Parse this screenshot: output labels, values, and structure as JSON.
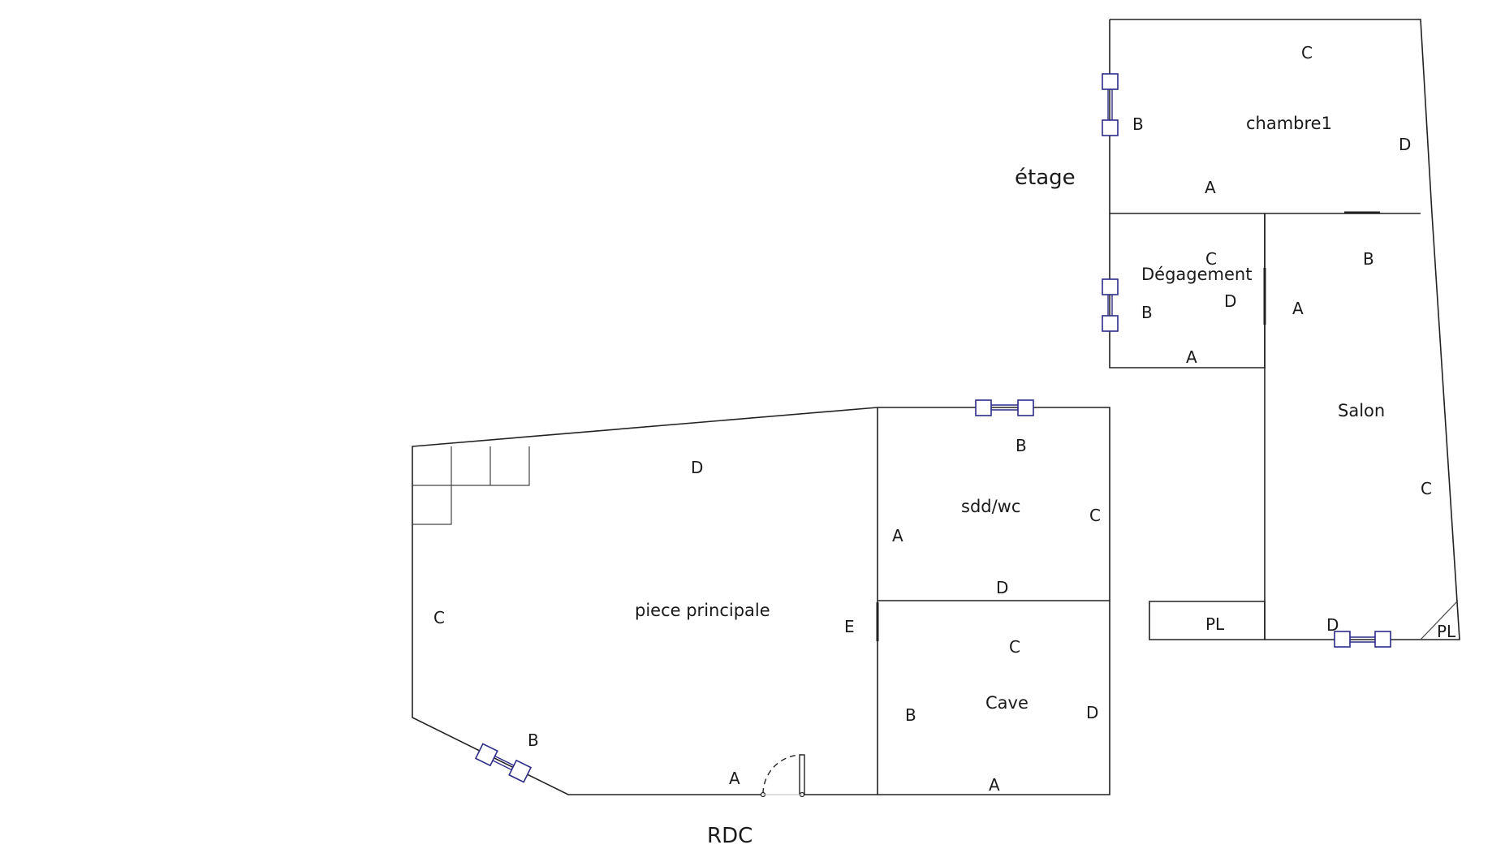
{
  "levels": {
    "upper": "étage",
    "ground": "RDC"
  },
  "rooms": {
    "chambre1": {
      "name": "chambre1",
      "walls": [
        "A",
        "B",
        "C",
        "D"
      ]
    },
    "degagement": {
      "name": "Dégagement",
      "walls": [
        "A",
        "B",
        "C",
        "D"
      ]
    },
    "salon": {
      "name": "Salon",
      "walls": [
        "A",
        "B",
        "C",
        "D"
      ]
    },
    "sdd_wc": {
      "name": "sdd/wc",
      "walls": [
        "A",
        "B",
        "C",
        "D"
      ]
    },
    "cave": {
      "name": "Cave",
      "walls": [
        "A",
        "B",
        "C",
        "D"
      ]
    },
    "piece_principale": {
      "name": "piece principale",
      "walls": [
        "A",
        "B",
        "C",
        "D",
        "E"
      ]
    }
  },
  "placards": [
    "PL",
    "PL"
  ],
  "colors": {
    "walls": "#222222",
    "windows": "#2c2c88",
    "text": "#1a1a1a"
  }
}
